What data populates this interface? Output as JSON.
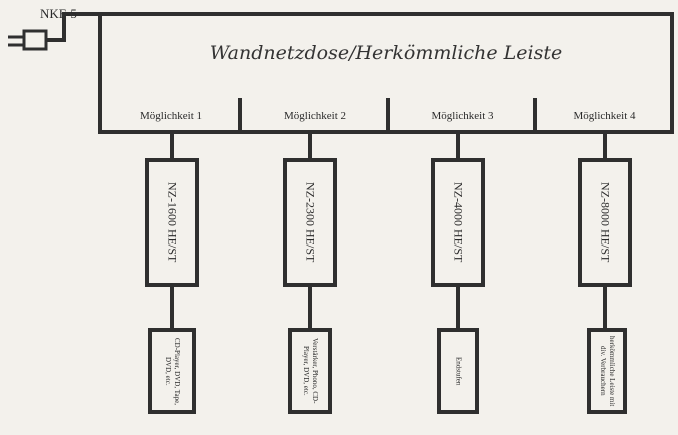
{
  "plug_label": "NKF-5",
  "main_label": "Wandnetzdose/Herkömmliche Leiste",
  "options": [
    {
      "label": "Möglichkeit 1",
      "device": "NZ-1600 HE/ST",
      "usage": "CD-Player, DVD, Tape, DVD, etc."
    },
    {
      "label": "Möglichkeit 2",
      "device": "NZ-2300 HE/ST",
      "usage": "Verstärker, Phono, CD-Player, DVD, etc."
    },
    {
      "label": "Möglichkeit 3",
      "device": "NZ-4000 HE/ST",
      "usage": "Endstufen"
    },
    {
      "label": "Möglichkeit 4",
      "device": "NZ-8000 HE/ST",
      "usage": "herkömmliche Leiste mit div. Verbrauchern"
    }
  ]
}
